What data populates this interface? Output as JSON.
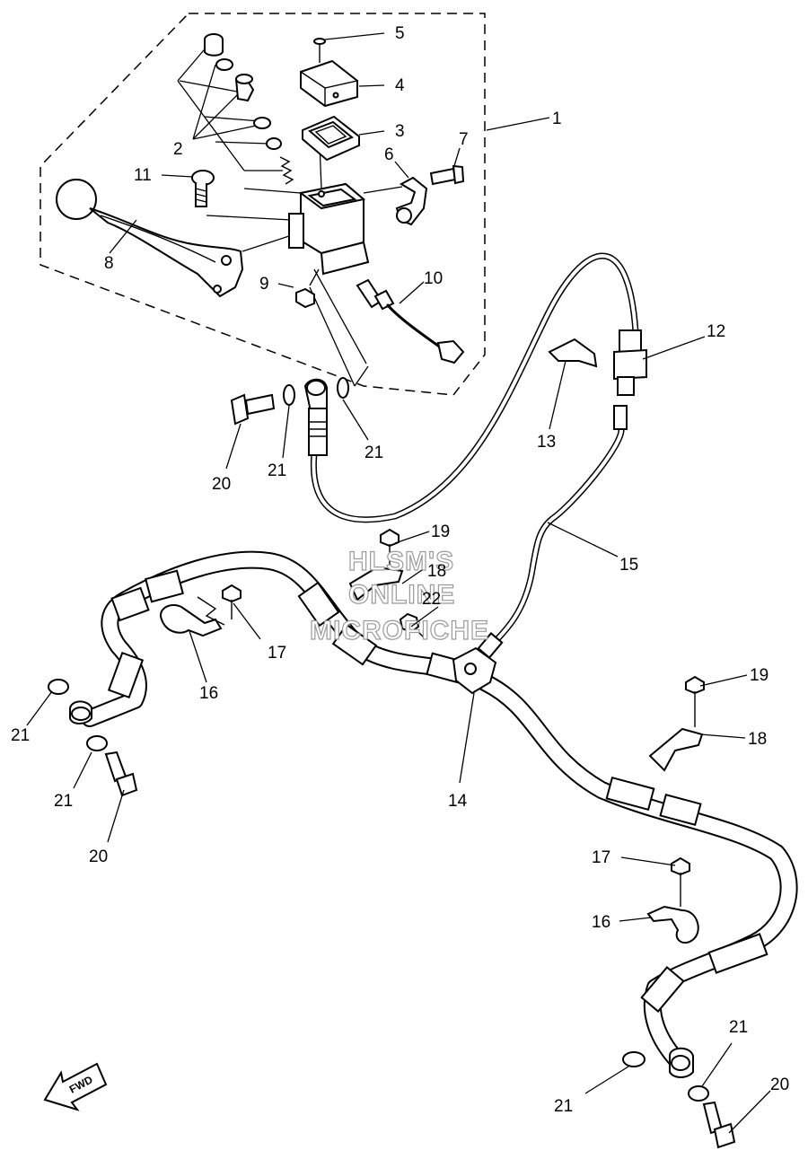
{
  "diagram": {
    "watermark": [
      "HLSM'S",
      "ONLINE",
      "MICROFICHE"
    ],
    "fwd_label": "FWD",
    "callouts": {
      "c1": "1",
      "c2": "2",
      "c3": "3",
      "c4": "4",
      "c5": "5",
      "c6": "6",
      "c7": "7",
      "c8": "8",
      "c9": "9",
      "c10": "10",
      "c11": "11",
      "c12": "12",
      "c13": "13",
      "c14": "14",
      "c15": "15",
      "c16a": "16",
      "c16b": "16",
      "c17a": "17",
      "c17b": "17",
      "c18a": "18",
      "c18b": "18",
      "c19a": "19",
      "c19b": "19",
      "c20a": "20",
      "c20b": "20",
      "c20c": "20",
      "c21a": "21",
      "c21b": "21",
      "c21c": "21",
      "c21d": "21",
      "c21e": "21",
      "c21f": "21",
      "c22": "22"
    }
  }
}
